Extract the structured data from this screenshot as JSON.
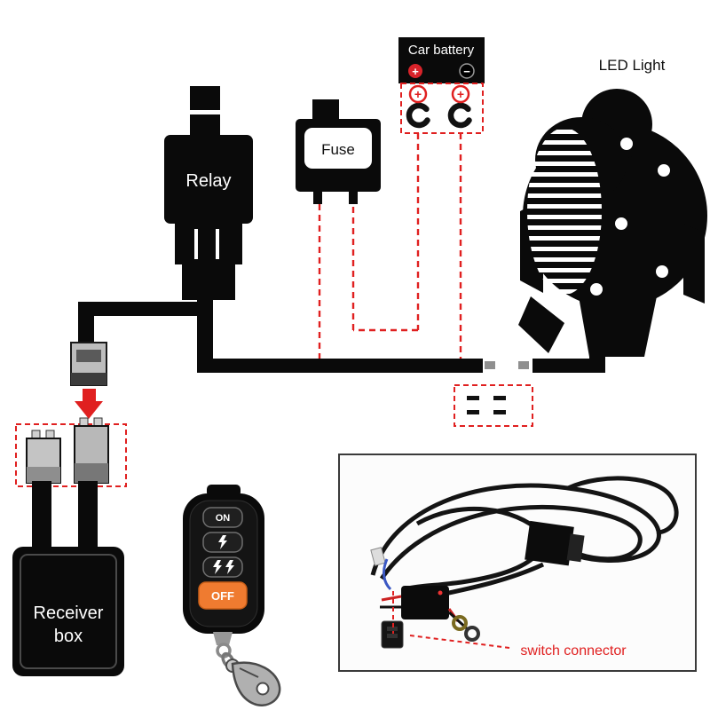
{
  "colors": {
    "accent_red": "#e02020",
    "off_button_orange": "#ef7b30",
    "component_black": "#0a0a0a"
  },
  "battery": {
    "label": "Car battery",
    "plus": "+",
    "minus": "−",
    "terminal_plus": "+"
  },
  "relay": {
    "label": "Relay"
  },
  "fuse": {
    "label": "Fuse"
  },
  "led_light": {
    "label": "LED Light"
  },
  "receiver_box": {
    "line1": "Receiver",
    "line2": "box"
  },
  "remote": {
    "on_label": "ON",
    "off_label": "OFF"
  },
  "inset": {
    "caption": "switch connector"
  }
}
